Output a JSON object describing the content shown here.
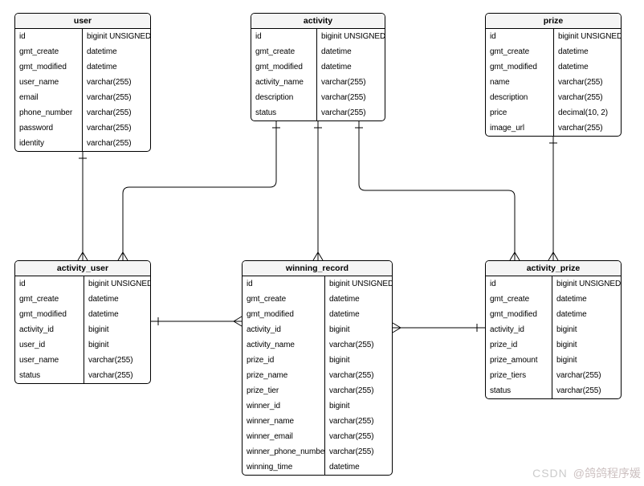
{
  "diagram": {
    "tables": [
      {
        "name": "user",
        "fields": [
          {
            "name": "id",
            "type": "biginit UNSIGNED"
          },
          {
            "name": "gmt_create",
            "type": "datetime"
          },
          {
            "name": "gmt_modified",
            "type": "datetime"
          },
          {
            "name": "user_name",
            "type": "varchar(255)"
          },
          {
            "name": "email",
            "type": "varchar(255)"
          },
          {
            "name": "phone_number",
            "type": "varchar(255)"
          },
          {
            "name": "password",
            "type": "varchar(255)"
          },
          {
            "name": "identity",
            "type": "varchar(255)"
          }
        ]
      },
      {
        "name": "activity",
        "fields": [
          {
            "name": "id",
            "type": "biginit UNSIGNED"
          },
          {
            "name": "gmt_create",
            "type": "datetime"
          },
          {
            "name": "gmt_modified",
            "type": "datetime"
          },
          {
            "name": "activity_name",
            "type": "varchar(255)"
          },
          {
            "name": "description",
            "type": "varchar(255)"
          },
          {
            "name": "status",
            "type": "varchar(255)"
          }
        ]
      },
      {
        "name": "prize",
        "fields": [
          {
            "name": "id",
            "type": "biginit UNSIGNED"
          },
          {
            "name": "gmt_create",
            "type": "datetime"
          },
          {
            "name": "gmt_modified",
            "type": "datetime"
          },
          {
            "name": "name",
            "type": "varchar(255)"
          },
          {
            "name": "description",
            "type": "varchar(255)"
          },
          {
            "name": "price",
            "type": "decimal(10, 2)"
          },
          {
            "name": "image_url",
            "type": "varchar(255)"
          }
        ]
      },
      {
        "name": "activity_user",
        "fields": [
          {
            "name": "id",
            "type": "biginit UNSIGNED"
          },
          {
            "name": "gmt_create",
            "type": "datetime"
          },
          {
            "name": "gmt_modified",
            "type": "datetime"
          },
          {
            "name": "activity_id",
            "type": "biginit"
          },
          {
            "name": "user_id",
            "type": "biginit"
          },
          {
            "name": "user_name",
            "type": "varchar(255)"
          },
          {
            "name": "status",
            "type": "varchar(255)"
          }
        ]
      },
      {
        "name": "winning_record",
        "fields": [
          {
            "name": "id",
            "type": "biginit UNSIGNED"
          },
          {
            "name": "gmt_create",
            "type": "datetime"
          },
          {
            "name": "gmt_modified",
            "type": "datetime"
          },
          {
            "name": "activity_id",
            "type": "biginit"
          },
          {
            "name": "activity_name",
            "type": "varchar(255)"
          },
          {
            "name": "prize_id",
            "type": "biginit"
          },
          {
            "name": "prize_name",
            "type": "varchar(255)"
          },
          {
            "name": "prize_tier",
            "type": "varchar(255)"
          },
          {
            "name": "winner_id",
            "type": "biginit"
          },
          {
            "name": "winner_name",
            "type": "varchar(255)"
          },
          {
            "name": "winner_email",
            "type": "varchar(255)"
          },
          {
            "name": "winner_phone_number",
            "type": "varchar(255)"
          },
          {
            "name": "winning_time",
            "type": "datetime"
          }
        ]
      },
      {
        "name": "activity_prize",
        "fields": [
          {
            "name": "id",
            "type": "biginit UNSIGNED"
          },
          {
            "name": "gmt_create",
            "type": "datetime"
          },
          {
            "name": "gmt_modified",
            "type": "datetime"
          },
          {
            "name": "activity_id",
            "type": "biginit"
          },
          {
            "name": "prize_id",
            "type": "biginit"
          },
          {
            "name": "prize_amount",
            "type": "biginit"
          },
          {
            "name": "prize_tiers",
            "type": "varchar(255)"
          },
          {
            "name": "status",
            "type": "varchar(255)"
          }
        ]
      }
    ],
    "relationships": [
      {
        "from": "user",
        "to": "activity_user",
        "from_end": "one",
        "to_end": "many"
      },
      {
        "from": "activity",
        "to": "activity_user",
        "from_end": "one",
        "to_end": "many"
      },
      {
        "from": "activity",
        "to": "winning_record",
        "from_end": "one",
        "to_end": "many"
      },
      {
        "from": "activity",
        "to": "activity_prize",
        "from_end": "one",
        "to_end": "many"
      },
      {
        "from": "prize",
        "to": "activity_prize",
        "from_end": "one",
        "to_end": "many"
      },
      {
        "from": "activity_user",
        "to": "winning_record",
        "from_end": "one",
        "to_end": "many"
      },
      {
        "from": "activity_prize",
        "to": "winning_record",
        "from_end": "one",
        "to_end": "many"
      }
    ]
  },
  "watermark": {
    "prefix": "CSDN",
    "handle": "@鸽鸽程序媛"
  },
  "colors": {
    "table_border": "#000000",
    "header_background": "#f5f5f5",
    "text": "#000000",
    "watermark": "#cccccc"
  }
}
